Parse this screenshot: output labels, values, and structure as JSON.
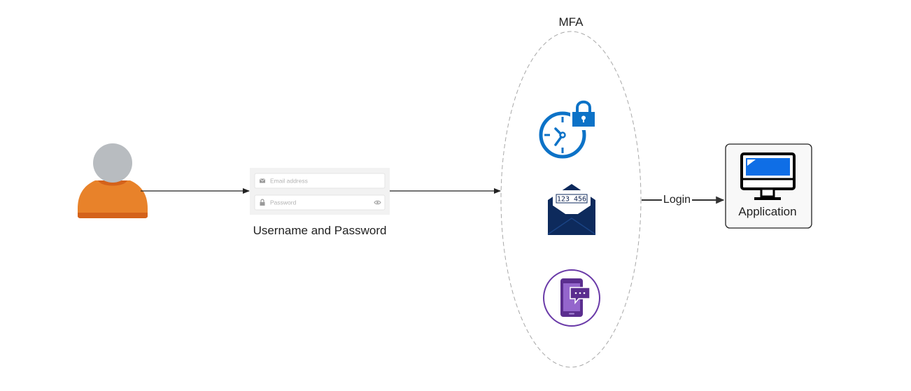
{
  "nodes": {
    "user": {
      "colors": {
        "head": "#b8bcc0",
        "body": "#e8822a",
        "shadow": "#d4621b"
      }
    },
    "login_form": {
      "label": "Username and Password",
      "email_placeholder": "Email address",
      "password_placeholder": "Password"
    },
    "mfa": {
      "label": "MFA",
      "methods": [
        {
          "name": "clock-lock-icon",
          "color": "#0c72c7"
        },
        {
          "name": "email-otp-icon",
          "code": "123 456",
          "color": "#0d2a5c"
        },
        {
          "name": "sms-phone-icon",
          "color": "#6a3aa8"
        }
      ]
    },
    "application": {
      "label": "Application",
      "screen_color": "#0f6ee6"
    }
  },
  "edges": {
    "user_to_form": {
      "label": ""
    },
    "form_to_mfa": {
      "label": ""
    },
    "mfa_to_app": {
      "label": "Login"
    }
  }
}
